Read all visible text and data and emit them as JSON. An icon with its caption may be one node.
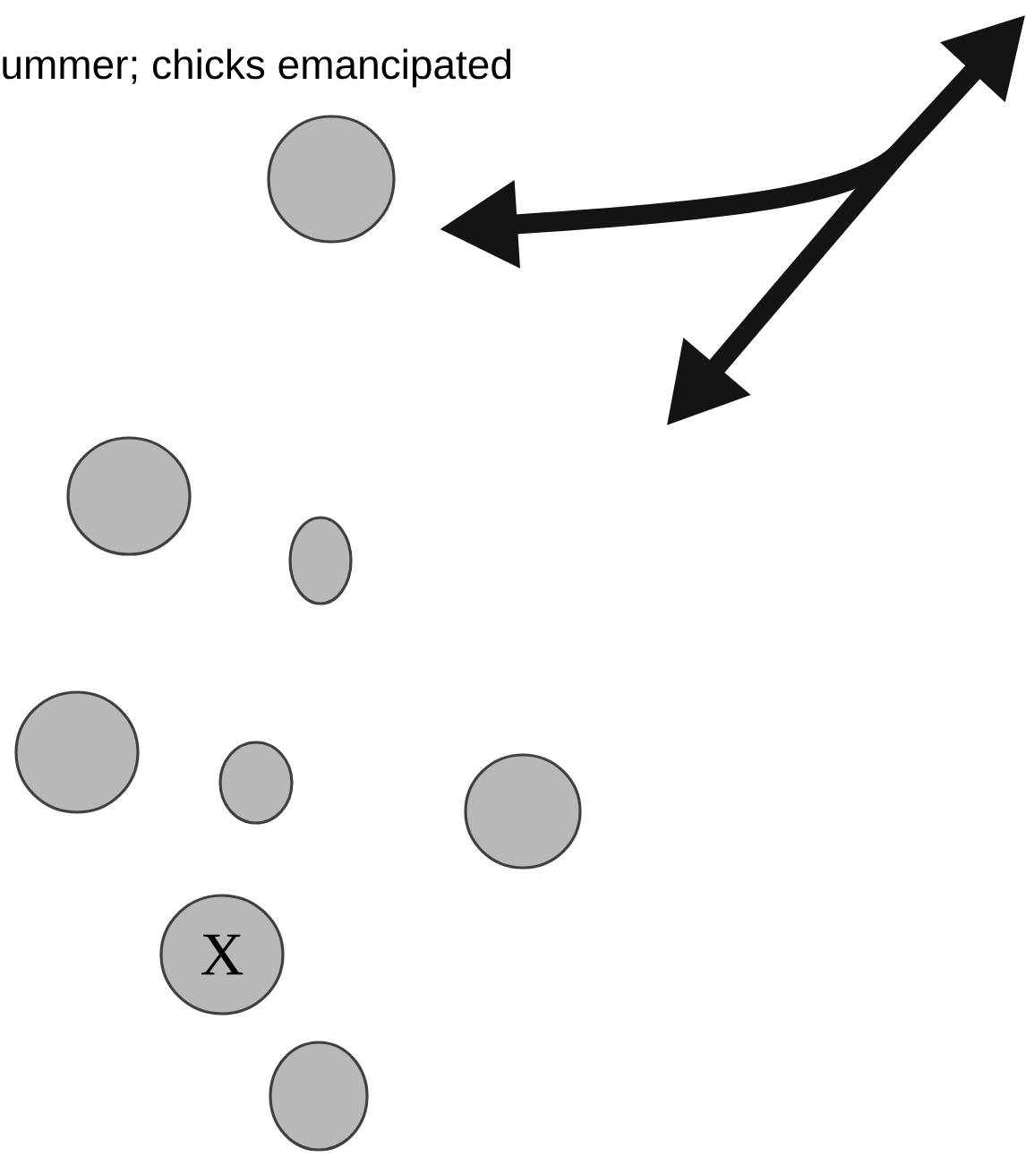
{
  "diagram": {
    "nodes": [
      {
        "text": [],
        "shape": "blob"
      },
      {
        "text": [],
        "shape": "blob"
      },
      {
        "text": [],
        "shape": "blob"
      },
      {
        "text": [],
        "shape": "blob"
      },
      {
        "text": [],
        "shape": "blob"
      },
      {
        "text": [],
        "shape": "blob"
      },
      {
        "text": [
          "X"
        ]
      },
      {
        "text": [],
        "shape": "blob"
      }
    ],
    "labels": [
      "ummer; chicks emancipated"
    ]
  }
}
